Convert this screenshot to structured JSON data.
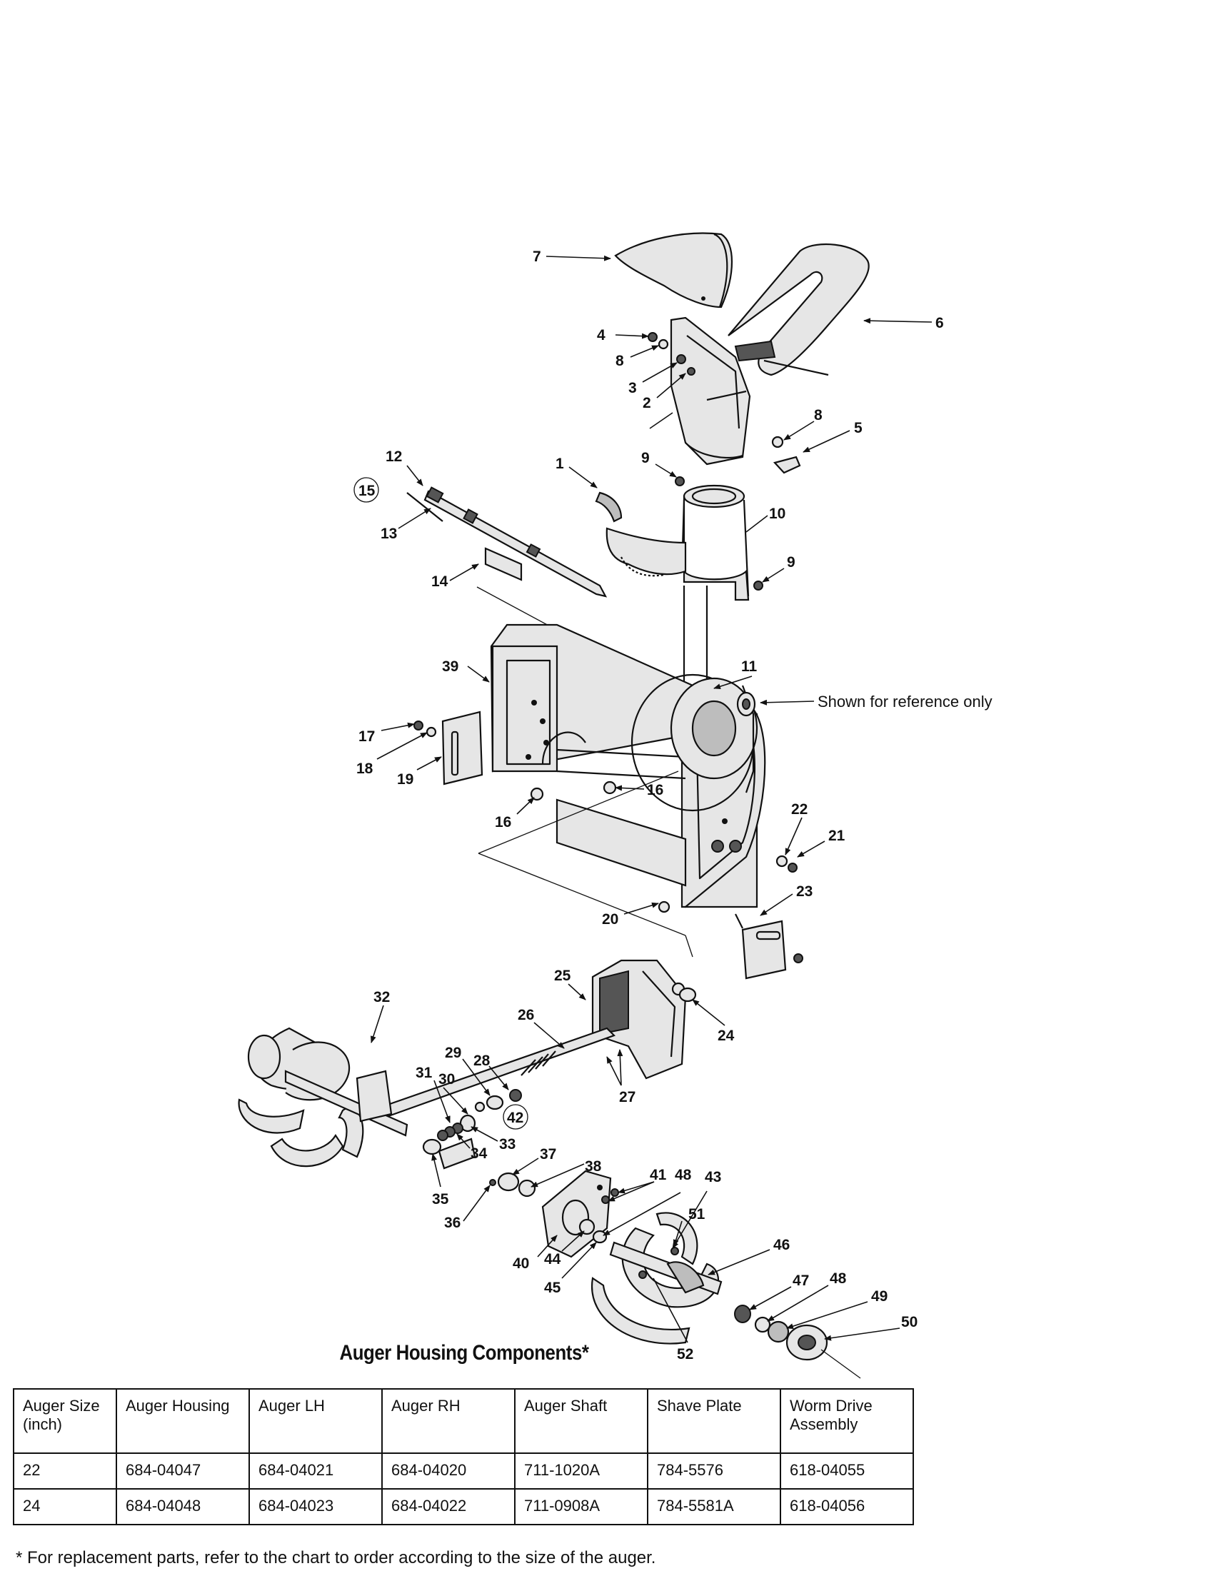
{
  "callouts": {
    "c1": "1",
    "c2": "2",
    "c3": "3",
    "c4": "4",
    "c5": "5",
    "c6": "6",
    "c7": "7",
    "c8a": "8",
    "c8b": "8",
    "c9a": "9",
    "c9b": "9",
    "c10": "10",
    "c11": "11",
    "c12": "12",
    "c13": "13",
    "c14": "14",
    "c15": "15",
    "c16a": "16",
    "c16b": "16",
    "c17": "17",
    "c18": "18",
    "c19": "19",
    "c20": "20",
    "c21": "21",
    "c22": "22",
    "c23": "23",
    "c24": "24",
    "c25": "25",
    "c26": "26",
    "c27": "27",
    "c28": "28",
    "c29": "29",
    "c30": "30",
    "c31": "31",
    "c32": "32",
    "c33": "33",
    "c34": "34",
    "c35": "35",
    "c36": "36",
    "c37": "37",
    "c38": "38",
    "c40": "40",
    "c41": "41",
    "c42": "42",
    "c43": "43",
    "c44": "44",
    "c45": "45",
    "c46": "46",
    "c47": "47",
    "c48a": "48",
    "c48b": "48",
    "c49": "49",
    "c50": "50",
    "c51": "51",
    "c52": "52",
    "c39": "39"
  },
  "reference_note": "Shown for reference only",
  "table": {
    "title": "Auger Housing Components*",
    "headers": [
      "Auger Size (inch)",
      "Auger Housing",
      "Auger LH",
      "Auger RH",
      "Auger Shaft",
      "Shave Plate",
      "Worm Drive Assembly"
    ],
    "rows": [
      [
        "22",
        "684-04047",
        "684-04021",
        "684-04020",
        "711-1020A",
        "784-5576",
        "618-04055"
      ],
      [
        "24",
        "684-04048",
        "684-04023",
        "684-04022",
        "711-0908A",
        "784-5581A",
        "618-04056"
      ]
    ]
  },
  "footnote": "* For replacement parts, refer to the chart to order according to the size of the auger."
}
